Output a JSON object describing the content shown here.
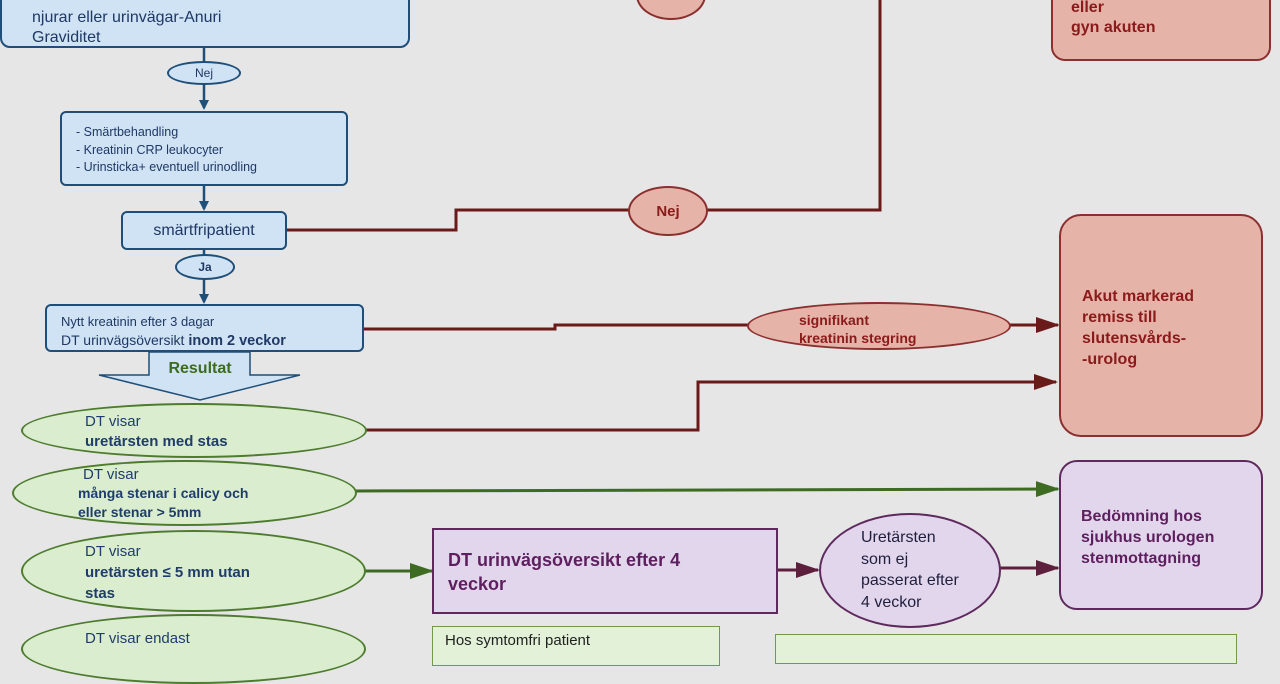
{
  "top_box": {
    "line1": "njurar eller urinvägar-Anuri",
    "line2": "Graviditet"
  },
  "nej_label": "Nej",
  "treatment_box": {
    "items": [
      "- Smärtbehandling",
      "- Kreatinin CRP leukocyter",
      "- Urinsticka+ eventuell urinodling"
    ]
  },
  "smartfri_label": "smärtfripatient",
  "nej_red_label": "Nej",
  "ja_label": "Ja",
  "followup_box": {
    "line1": "Nytt kreatinin efter 3 dagar",
    "line2_a": "DT urinvägsöversikt ",
    "line2_b": "inom 2 veckor"
  },
  "resultat_label": "Resultat",
  "signifikant": {
    "line1": "signifikant",
    "line2": "kreatinin stegring"
  },
  "gyn_box": {
    "line1": "eller",
    "line2": "gyn akuten"
  },
  "akut_box": {
    "lines": [
      "Akut markerad",
      "remiss till",
      "slutensvårds-",
      "-urolog"
    ]
  },
  "dt1": {
    "line1": "DT visar",
    "line2": "uretärsten med stas"
  },
  "dt2": {
    "line1": "DT visar",
    "line2": "många stenar i calicy och",
    "line3": "eller stenar > 5mm"
  },
  "dt3": {
    "line1": "DT visar",
    "line2": "uretärsten ≤ 5 mm utan",
    "line3": "stas"
  },
  "dt4": {
    "line1": "DT visar endast"
  },
  "bedomning": {
    "lines": [
      "Bedömning hos",
      "sjukhus urologen",
      "stenmottagning"
    ]
  },
  "dt_followup": {
    "line1": "DT urinvägsöversikt efter 4",
    "line2": "veckor"
  },
  "ureter_circle": {
    "lines": [
      "Uretärsten",
      "som ej",
      "passerat efter",
      "4 veckor"
    ]
  },
  "symptomfri": {
    "text": "Hos symtomfri patient"
  },
  "colors": {
    "blue_fill": "#cfe3f5",
    "blue_border": "#1f4e79",
    "red_line": "#6b1a1a",
    "green_line": "#3e6b22",
    "purple_line": "#5e1f3d"
  }
}
